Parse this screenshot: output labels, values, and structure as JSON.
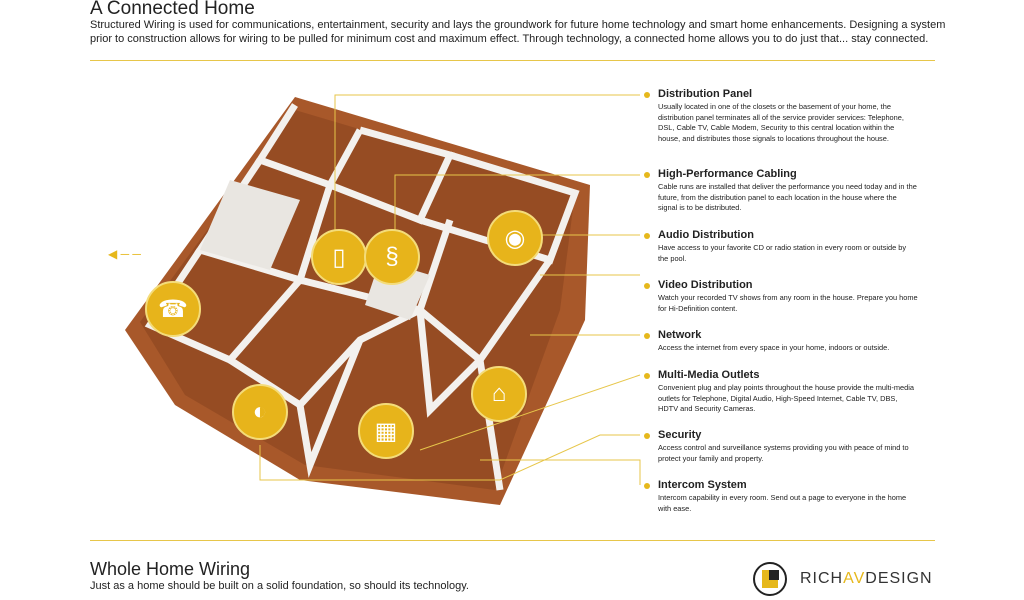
{
  "header": {
    "title": "A Connected Home",
    "intro": "Structured Wiring is used for communications, entertainment, security and lays the groundwork for future home technology and smart home enhancements. Designing a system prior to construction allows for wiring to be pulled for minimum cost and maximum effect. Through technology, a connected home allows you to do just that... stay connected."
  },
  "features": [
    {
      "title": "Distribution Panel",
      "body": "Usually located in one of the closets or the basement of your home, the distribution panel terminates all of the service provider services: Telephone, DSL, Cable TV, Cable Modem, Security to this central location within the house, and distributes those signals to locations throughout the house."
    },
    {
      "title": "High-Performance Cabling",
      "body": "Cable runs are installed that deliver the performance you need today and in the future, from the distribution panel to each location in the house where the signal is to be distributed."
    },
    {
      "title": "Audio Distribution",
      "body": "Have access to your favorite CD or radio station in every room or outside by the pool."
    },
    {
      "title": "Video Distribution",
      "body": "Watch your recorded TV shows from any room in the house. Prepare you home for Hi-Definition content."
    },
    {
      "title": "Network",
      "body": "Access the internet from every space in your home, indoors or outside."
    },
    {
      "title": "Multi-Media Outlets",
      "body": "Convenient plug and play points throughout the house provide the multi-media outlets for Telephone, Digital Audio, High-Speed Internet, Cable TV, DBS, HDTV and Security Cameras."
    },
    {
      "title": "Security",
      "body": "Access control and surveillance systems providing you with peace of mind to protect your family and property."
    },
    {
      "title": "Intercom System",
      "body": "Intercom capability in every room. Send out a page to everyone in the home with ease."
    }
  ],
  "footer": {
    "title": "Whole Home Wiring",
    "subtitle": "Just as a home should be built on a solid foundation, so should its technology.",
    "logo_text": "RICHAVDESIGN"
  },
  "colors": {
    "accent": "#e6b81c"
  }
}
